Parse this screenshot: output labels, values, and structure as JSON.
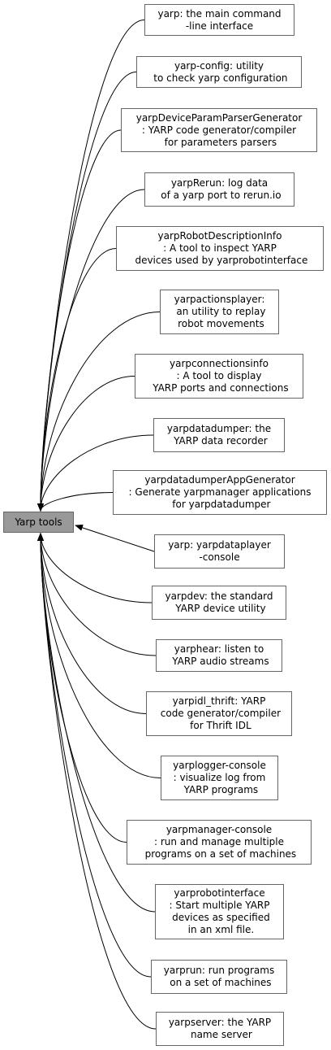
{
  "colors": {
    "edge": "#000000",
    "node_border": "#666666",
    "root_fill": "#999999",
    "node_fill": "#ffffff"
  },
  "root": {
    "label": "Yarp tools"
  },
  "nodes": [
    {
      "label": "yarp: the main command\n-line interface"
    },
    {
      "label": "yarp-config: utility\n to check yarp configuration"
    },
    {
      "label": "yarpDeviceParamParserGenerator\n: YARP code generator/compiler\n for parameters parsers"
    },
    {
      "label": "yarpRerun: log data\n of a yarp port to rerun.io"
    },
    {
      "label": "yarpRobotDescriptionInfo\n: A tool to inspect YARP\n devices used by yarprobotinterface"
    },
    {
      "label": "yarpactionsplayer:\n an utility to replay\n robot movements"
    },
    {
      "label": "yarpconnectionsinfo\n: A tool to display\n YARP ports and connections"
    },
    {
      "label": "yarpdatadumper: the\n YARP data recorder"
    },
    {
      "label": "yarpdatadumperAppGenerator\n: Generate yarpmanager applications\n for yarpdatadumper"
    },
    {
      "label": "yarp: yarpdataplayer\n-console"
    },
    {
      "label": "yarpdev: the standard\n YARP device utility"
    },
    {
      "label": "yarphear: listen to\n YARP audio streams"
    },
    {
      "label": "yarpidl_thrift: YARP\n code generator/compiler\n for Thrift IDL"
    },
    {
      "label": "yarplogger-console\n: visualize log from\n YARP programs"
    },
    {
      "label": "yarpmanager-console\n: run and manage multiple\n programs on a set of machines"
    },
    {
      "label": "yarprobotinterface\n: Start multiple YARP\n devices as specified\n in an xml file."
    },
    {
      "label": "yarprun: run programs\n on a set of machines"
    },
    {
      "label": "yarpserver: the YARP\n name server"
    }
  ]
}
